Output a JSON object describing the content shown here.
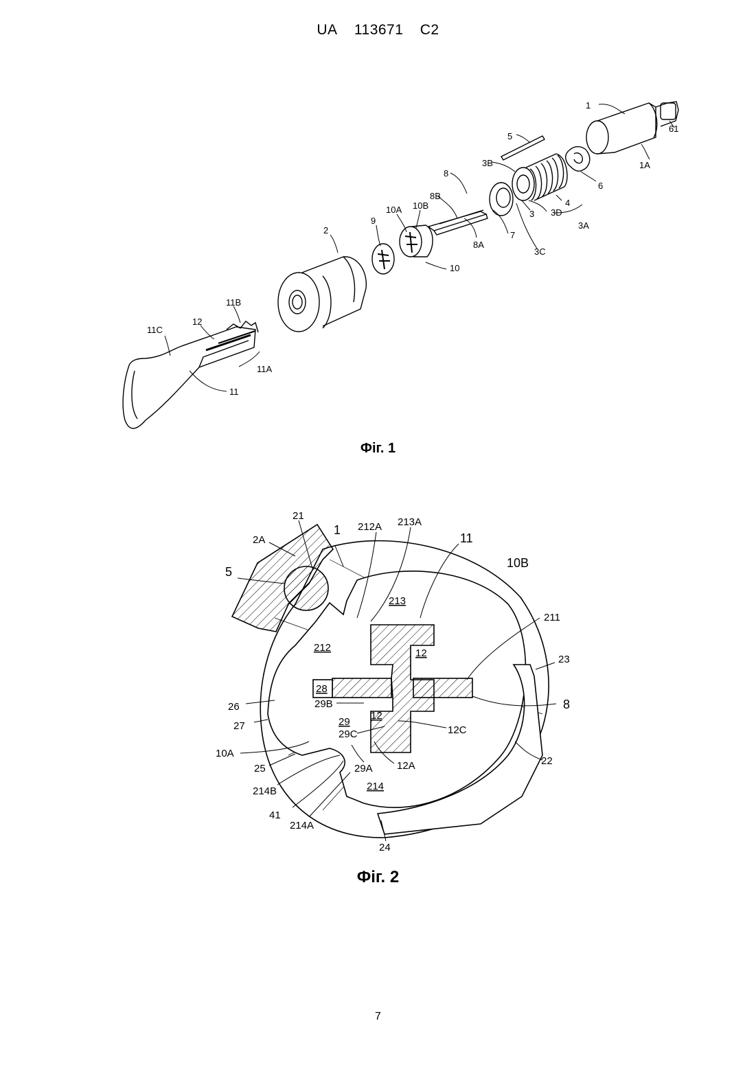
{
  "header": {
    "country": "UA",
    "number": "113671",
    "kind": "C2"
  },
  "fig1": {
    "caption": "Фіг. 1",
    "labels": [
      "1",
      "61",
      "5",
      "1A",
      "3B",
      "6",
      "8",
      "4",
      "8B",
      "3",
      "3D",
      "3A",
      "10A",
      "10B",
      "2",
      "9",
      "7",
      "8A",
      "3C",
      "10",
      "11B",
      "11C",
      "12",
      "11A",
      "11"
    ]
  },
  "fig2": {
    "caption": "Фіг. 2",
    "labels": [
      "21",
      "1",
      "212A",
      "213A",
      "11",
      "2A",
      "10B",
      "5",
      "213",
      "211",
      "212",
      "12",
      "23",
      "28",
      "8",
      "26",
      "29B",
      "12",
      "29",
      "12C",
      "27",
      "29C",
      "10A",
      "25",
      "29A",
      "12A",
      "22",
      "214",
      "214B",
      "41",
      "214A",
      "24"
    ]
  },
  "page_number": "7"
}
